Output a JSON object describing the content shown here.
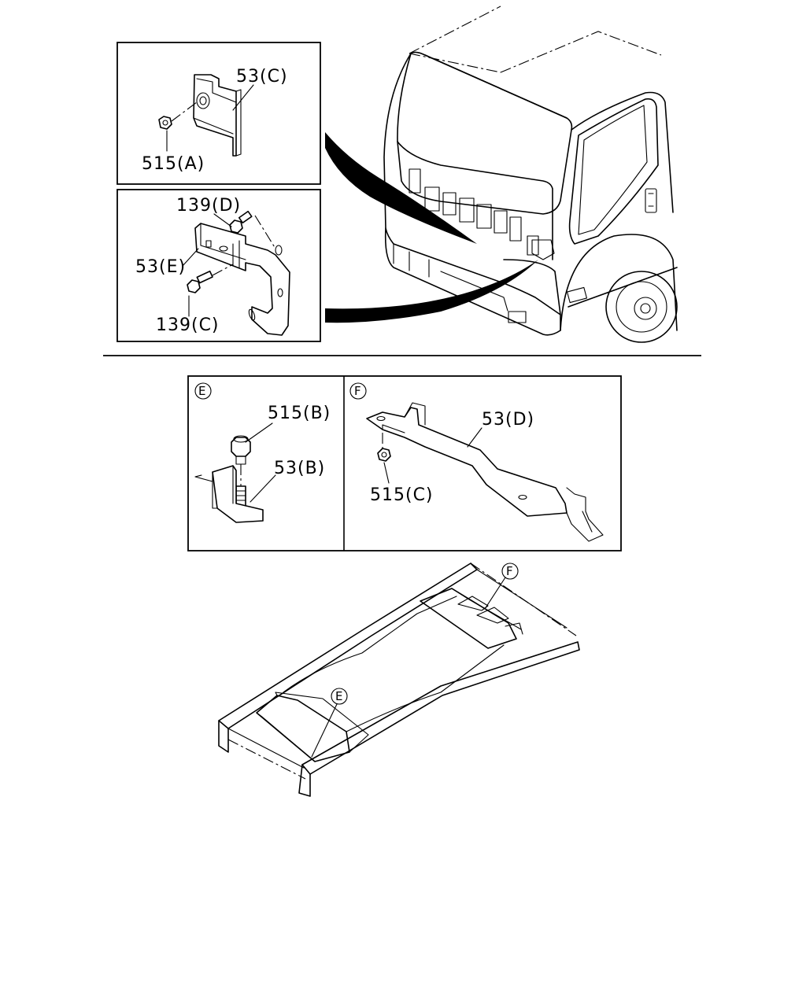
{
  "callouts": {
    "p53c": "53(C)",
    "p515a": "515(A)",
    "p139d": "139(D)",
    "p53e": "53(E)",
    "p139c": "139(C)",
    "p515b": "515(B)",
    "p53b": "53(B)",
    "p53d": "53(D)",
    "p515c": "515(C)"
  },
  "view_markers": {
    "e": "E",
    "f": "F"
  }
}
